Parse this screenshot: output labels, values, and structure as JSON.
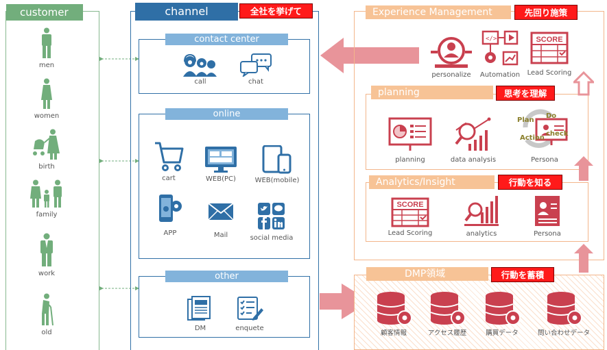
{
  "customer": {
    "header": "customer",
    "people": [
      {
        "label": "men",
        "icon": "man-icon"
      },
      {
        "label": "women",
        "icon": "woman-icon"
      },
      {
        "label": "birth",
        "icon": "mother-with-stroller-icon"
      },
      {
        "label": "family",
        "icon": "family-icon"
      },
      {
        "label": "work",
        "icon": "businessman-icon"
      },
      {
        "label": "old",
        "icon": "elderly-with-cane-icon"
      }
    ]
  },
  "channel": {
    "header": "channel",
    "tag": "全社を挙げて",
    "contact_center": {
      "title": "contact center",
      "items": [
        "call",
        "chat"
      ]
    },
    "online": {
      "title": "online",
      "items": [
        "cart",
        "WEB(PC)",
        "WEB(mobile)",
        "APP",
        "Mail",
        "social media"
      ]
    },
    "other": {
      "title": "other",
      "items": [
        "DM",
        "enquete"
      ]
    }
  },
  "experience": {
    "header": "Experience Management",
    "tag": "先回り施策",
    "items": [
      "personalize",
      "Automation",
      "Lead Scoring"
    ],
    "score_word": "SCORE"
  },
  "planning": {
    "header": "planning",
    "tag": "思考を理解",
    "items": [
      "planning",
      "data analysis",
      "Persona"
    ],
    "pdca": [
      "Plan",
      "Do",
      "check",
      "Action"
    ]
  },
  "analytics": {
    "header": "Analytics/Insight",
    "tag": "行動を知る",
    "items": [
      "Lead Scoring",
      "analytics",
      "Persona"
    ],
    "score_word": "SCORE"
  },
  "dmp": {
    "header": "DMP領域",
    "tag": "行動を蓄積",
    "items": [
      "顧客情報",
      "アクセス履歴",
      "購買データ",
      "問い合わせデータ"
    ]
  },
  "colors": {
    "customer_green": "#72ae7c",
    "channel_blue": "#2f6fa6",
    "tab_blue": "#82b3db",
    "orange": "#f7c396",
    "red_tag": "#ff1a1a",
    "icon_red": "#c9404f",
    "arrow_pink": "#e8949a"
  }
}
